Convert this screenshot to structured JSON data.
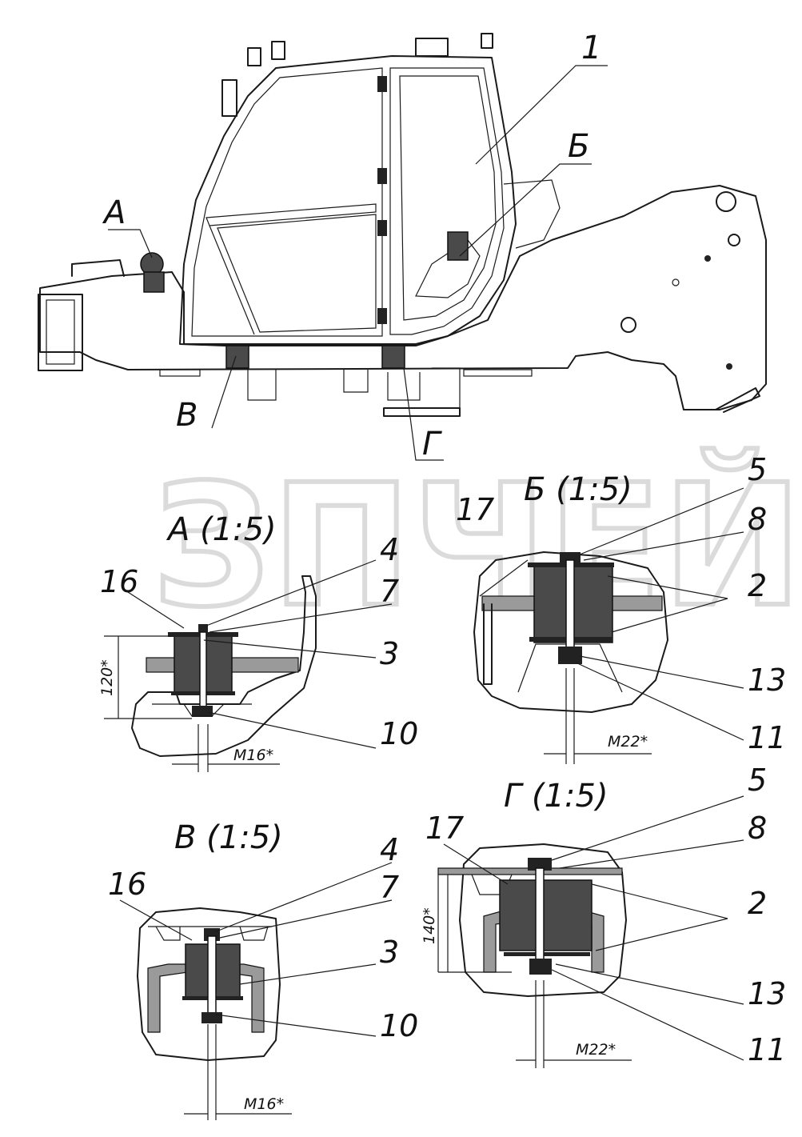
{
  "watermark": "ЗПЧЕЙ",
  "top_view": {
    "callout_labels": {
      "part_1": "1",
      "view_A": "А",
      "view_B": "Б",
      "view_V": "В",
      "view_G": "Г"
    }
  },
  "detail_A": {
    "title": "А (1:5)",
    "labels": [
      "16",
      "4",
      "7",
      "3",
      "10"
    ],
    "dim_height": "120*",
    "dim_thread": "M16*"
  },
  "detail_B": {
    "title": "Б (1:5)",
    "labels": [
      "17",
      "5",
      "8",
      "2",
      "13",
      "11"
    ],
    "dim_thread": "M22*"
  },
  "detail_V": {
    "title": "В (1:5)",
    "labels": [
      "16",
      "4",
      "7",
      "3",
      "10"
    ],
    "dim_thread": "M16*"
  },
  "detail_G": {
    "title": "Г (1:5)",
    "labels": [
      "17",
      "5",
      "8",
      "2",
      "13",
      "11"
    ],
    "dim_height": "140*",
    "dim_thread": "M22*"
  }
}
